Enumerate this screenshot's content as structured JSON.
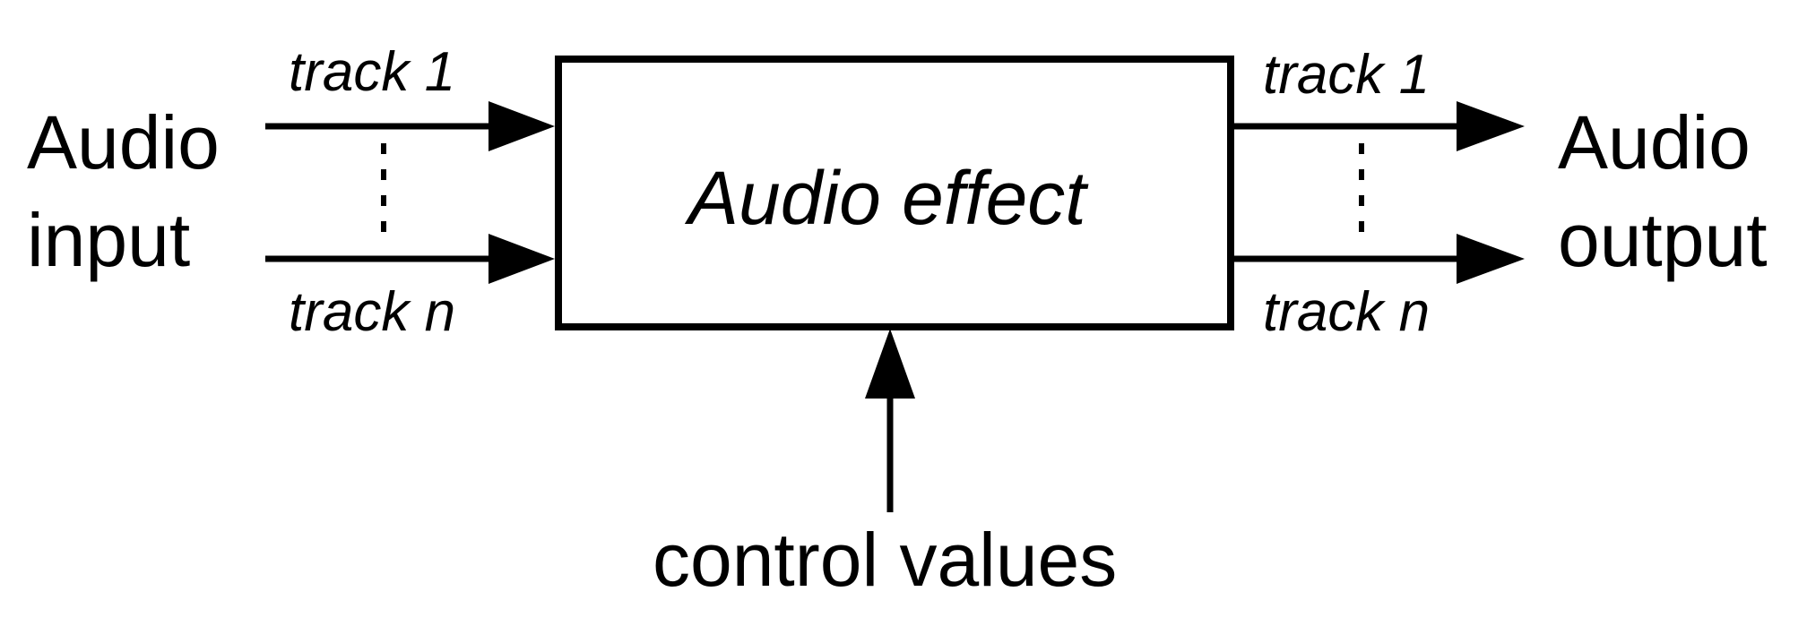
{
  "diagram": {
    "input": {
      "line1": "Audio",
      "line2": "input",
      "track_top": "track 1",
      "track_bottom": "track n"
    },
    "block": {
      "label": "Audio effect"
    },
    "output": {
      "line1": "Audio",
      "line2": "output",
      "track_top": "track 1",
      "track_bottom": "track n"
    },
    "control": {
      "label": "control values"
    },
    "colors": {
      "stroke": "#000000",
      "background": "#ffffff"
    }
  }
}
